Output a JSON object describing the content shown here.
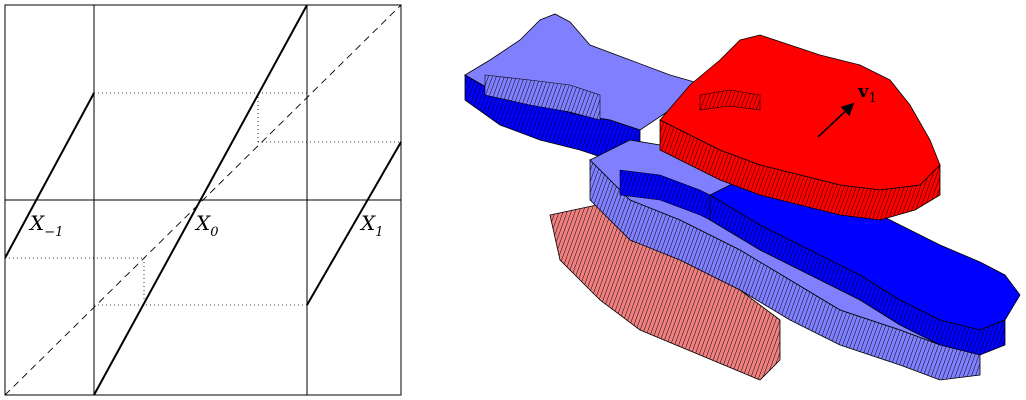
{
  "left_diagram": {
    "labels": [
      {
        "base": "X",
        "sub": "−1"
      },
      {
        "base": "X",
        "sub": "0"
      },
      {
        "base": "X",
        "sub": "1"
      }
    ]
  },
  "right_diagram": {
    "vector_label": {
      "base": "v",
      "sub": "1"
    },
    "colors": {
      "red_bright": "#ff0000",
      "red_light": "#f08080",
      "blue_dark": "#0000ff",
      "blue_light": "#8080ff"
    }
  }
}
